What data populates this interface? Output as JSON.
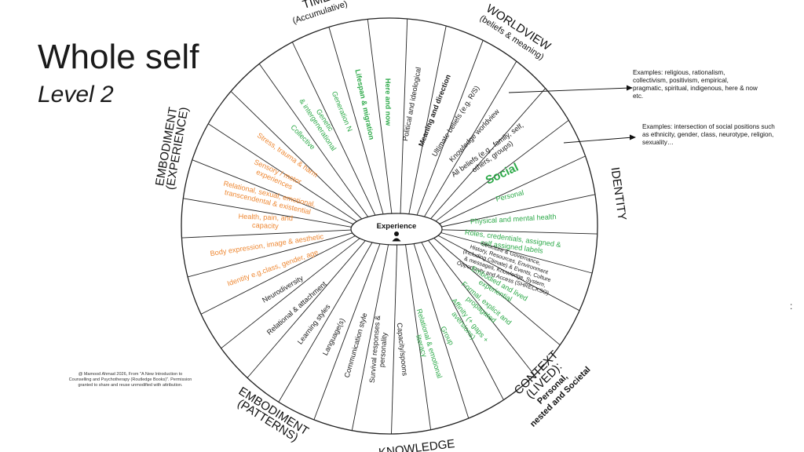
{
  "title": "Whole self",
  "subtitle": "Level 2",
  "center_label": "Experience",
  "colors": {
    "green": "#2eaa4a",
    "orange": "#ee8833",
    "dark": "#1a1a1a",
    "line": "#222222"
  },
  "icons": {
    "center": "person-icon"
  },
  "categories": [
    {
      "id": "time",
      "lines": [
        "TIME"
      ],
      "sub": "(Accumulative)"
    },
    {
      "id": "worldview",
      "lines": [
        "WORLDVIEW"
      ],
      "sub": "(beliefs & meaning)"
    },
    {
      "id": "identity",
      "lines": [
        "IDENTITY"
      ],
      "sub": ""
    },
    {
      "id": "context",
      "lines": [
        "CONTEXT",
        "(LIVED):"
      ],
      "sub": "Personal, nested and Societal"
    },
    {
      "id": "knowledge",
      "lines": [
        "KNOWLEDGE"
      ],
      "sub": ""
    },
    {
      "id": "embodiment_patterns",
      "lines": [
        "EMBODIMENT",
        "(PATTERNS)"
      ],
      "sub": ""
    },
    {
      "id": "embodiment_experience",
      "lines": [
        "EMBODIMENT",
        "(EXPERIENCE)"
      ],
      "sub": ""
    }
  ],
  "segments": [
    {
      "lines": [
        "Here and now"
      ],
      "color": "green",
      "bold": true
    },
    {
      "lines": [
        "Political and ideological"
      ],
      "color": "dark",
      "bold": false
    },
    {
      "lines": [
        "Meaning and direction"
      ],
      "color": "dark",
      "bold": true
    },
    {
      "lines": [
        "Ultimate beliefs (e.g. R/S)"
      ],
      "color": "dark",
      "bold": false
    },
    {
      "lines": [
        "Knowledge worldview"
      ],
      "color": "dark",
      "bold": false
    },
    {
      "lines": [
        "All beliefs (e.g., family, self,",
        "others, groups)"
      ],
      "color": "dark",
      "bold": false
    },
    {
      "lines": [
        "Social"
      ],
      "color": "green",
      "bold": true
    },
    {
      "lines": [
        "Personal"
      ],
      "color": "green",
      "bold": false
    },
    {
      "lines": [
        "Physical and mental health"
      ],
      "color": "green",
      "bold": false
    },
    {
      "lines": [
        "Roles, credentials, assigned &",
        "self assigned labels"
      ],
      "color": "green",
      "bold": false
    },
    {
      "lines": [
        "Structure & Governance,",
        "History, Resources, Environment",
        "(including Climate) & Events, Culture",
        "& messages, Knowledge, System,",
        "Opportunity and Access (SHRECKSO)"
      ],
      "color": "dark",
      "bold": false
    },
    {
      "lines": [
        "Embodied and lived",
        "experiential"
      ],
      "color": "green",
      "bold": false
    },
    {
      "lines": [
        "Formal, explicit and",
        "propagated"
      ],
      "color": "green",
      "bold": false
    },
    {
      "lines": [
        "Affinity (+ gaps +",
        "aversions)"
      ],
      "color": "green",
      "bold": false
    },
    {
      "lines": [
        "Group"
      ],
      "color": "green",
      "bold": false
    },
    {
      "lines": [
        "Relational & emotional",
        "literacy"
      ],
      "color": "green",
      "bold": false
    },
    {
      "lines": [
        "Capacity/spoons"
      ],
      "color": "dark",
      "bold": false
    },
    {
      "lines": [
        "Survival responses &",
        "personality"
      ],
      "color": "dark",
      "bold": false
    },
    {
      "lines": [
        "Communication style"
      ],
      "color": "dark",
      "bold": false
    },
    {
      "lines": [
        "Language(s)"
      ],
      "color": "dark",
      "bold": false
    },
    {
      "lines": [
        "Learning styles"
      ],
      "color": "dark",
      "bold": false
    },
    {
      "lines": [
        "Relational & attachment"
      ],
      "color": "dark",
      "bold": false
    },
    {
      "lines": [
        "Neurodiversity"
      ],
      "color": "dark",
      "bold": false
    },
    {
      "lines": [
        "Identity e.g.class, gender, age"
      ],
      "color": "orange",
      "bold": false
    },
    {
      "lines": [
        "Body expression, image & aesthetic"
      ],
      "color": "orange",
      "bold": false
    },
    {
      "lines": [
        "Health, pain, and",
        "capacity"
      ],
      "color": "orange",
      "bold": false
    },
    {
      "lines": [
        "Relational, sexual, emotional,",
        "transcendental & existential"
      ],
      "color": "orange",
      "bold": false
    },
    {
      "lines": [
        "Sensory / motor",
        "experiences"
      ],
      "color": "orange",
      "bold": false
    },
    {
      "lines": [
        "Stress, trauma & harm"
      ],
      "color": "orange",
      "bold": false
    },
    {
      "lines": [
        "Collective"
      ],
      "color": "green",
      "bold": false
    },
    {
      "lines": [
        "Genetic",
        "& intergenerational"
      ],
      "color": "green",
      "bold": false
    },
    {
      "lines": [
        "Generation N"
      ],
      "color": "green",
      "bold": false
    },
    {
      "lines": [
        "Lifespan & migration"
      ],
      "color": "green",
      "bold": true
    }
  ],
  "notes": {
    "worldview": "Examples: religious, rationalism, collectivism, positivism, empirical, pragmatic, spiritual, indigenous, here & now etc.",
    "identity": "Examples: intersection of social positions such as ethnicity, gender, class, neurotype, religion, sexuality…"
  },
  "copyright": "@ Mamood Ahmad 2026, From \"A New Introduction to Counselling and Psychotherapy (Routledge Books)\". Permission granted to share and reuse unmodified with attribution.",
  "stray_mark": ":"
}
